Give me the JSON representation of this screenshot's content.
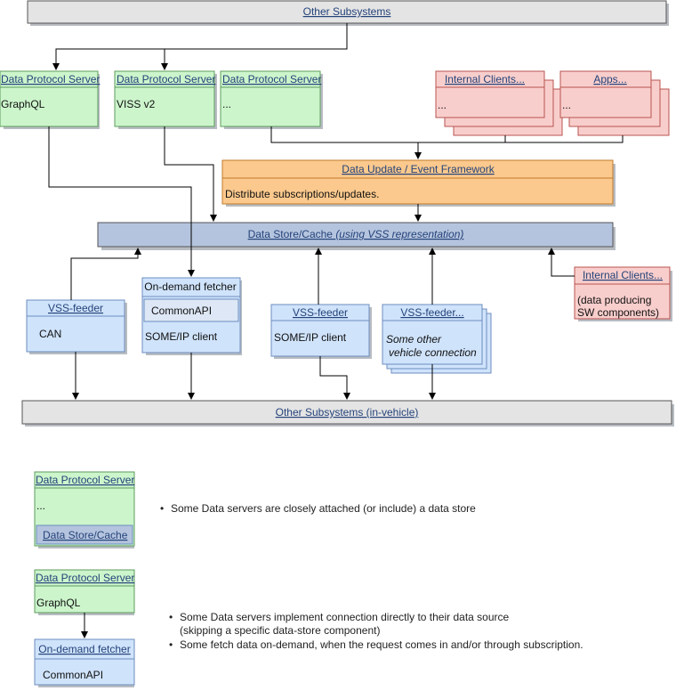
{
  "top_bar": {
    "label": "Other Subsystems"
  },
  "servers": [
    {
      "title": "Data Protocol Server",
      "body": "GraphQL"
    },
    {
      "title": "Data Protocol Server",
      "body": "VISS  v2"
    },
    {
      "title": "Data Protocol Server",
      "body": "..."
    }
  ],
  "internal_clients_top": {
    "title": "Internal Clients...",
    "body": "..."
  },
  "apps": {
    "title": "Apps...",
    "body": "..."
  },
  "update_framework": {
    "title": "Data Update / Event Framework",
    "body": "Distribute subscriptions/updates."
  },
  "data_store": {
    "title": "Data Store/Cache ",
    "title_italic": "(using VSS representation)"
  },
  "internal_clients_right": {
    "title": "Internal Clients...",
    "body_line1": "(data producing",
    "body_line2": "SW components)"
  },
  "feeders": {
    "can": {
      "title": "VSS-feeder",
      "body": "CAN"
    },
    "fetcher": {
      "title": "On-demand fetcher",
      "inner": "CommonAPI",
      "body": "SOME/IP client"
    },
    "someip": {
      "title": "VSS-feeder",
      "body": "SOME/IP client"
    },
    "other": {
      "title": "VSS-feeder...",
      "body_line1": "Some other",
      "body_line2": "vehicle connection"
    }
  },
  "bottom_bar": {
    "label": "Other Subsystems (in-vehicle)"
  },
  "legend": {
    "example1": {
      "server_title": "Data Protocol Server",
      "server_body": "...",
      "store_label": "Data Store/Cache",
      "note": "Some Data servers are closely attached (or include) a data store"
    },
    "example2": {
      "server_title": "Data Protocol Server",
      "server_body": "GraphQL",
      "fetcher_title": "On-demand fetcher",
      "fetcher_body": "CommonAPI",
      "note1_line1": "Some Data servers implement connection directly to their data source",
      "note1_line2": "(skipping a specific data-store component)",
      "note2": "Some fetch data on-demand, when the request comes in and/or through subscription."
    }
  },
  "colors": {
    "green_fill": "#ccf5cc",
    "green_stroke": "#5e9b5e",
    "pink_fill": "#f8cecc",
    "pink_stroke": "#b85450",
    "orange_fill": "#fbc98d",
    "orange_stroke": "#c27a2c",
    "blue_fill": "#cfe3fb",
    "blue_stroke": "#6c8ebf",
    "store_fill": "#b5c4de",
    "gray_fill": "#e4e4e4",
    "title_text": "#24437a"
  }
}
